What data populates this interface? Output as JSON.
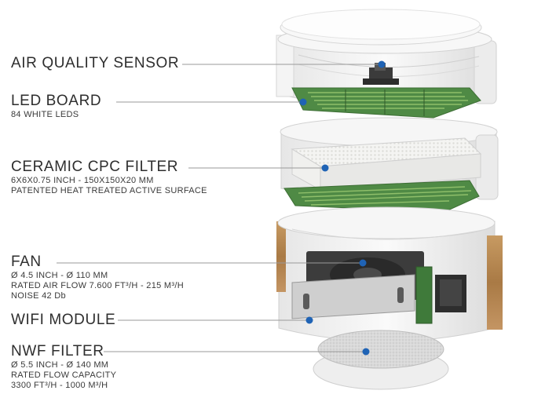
{
  "components": [
    {
      "title": "AIR QUALITY SENSOR",
      "details": []
    },
    {
      "title": "LED BOARD",
      "details": [
        "84 WHITE LEDS"
      ]
    },
    {
      "title": "CERAMIC CPC FILTER",
      "details": [
        "6X6X0.75 INCH - 150X150X20 MM",
        "PATENTED HEAT TREATED ACTIVE SURFACE"
      ]
    },
    {
      "title": "FAN",
      "details": [
        "Ø 4.5 INCH - Ø 110 MM",
        "RATED AIR FLOW 7.600 FT³/H - 215 M³/H",
        "NOISE 42 Db"
      ]
    },
    {
      "title": "WIFI MODULE",
      "details": []
    },
    {
      "title": "NWF FILTER",
      "details": [
        "Ø 5.5 INCH - Ø 140 MM",
        "RATED FLOW CAPACITY",
        "3300 FT³/H - 1000 M³/H"
      ]
    }
  ],
  "colors": {
    "marker": "#1f63b5",
    "leader_line": "#9a9a9a",
    "pcb_green": "#4f8a45",
    "housing": "#f1f1f1",
    "wood": "#b98b54"
  }
}
